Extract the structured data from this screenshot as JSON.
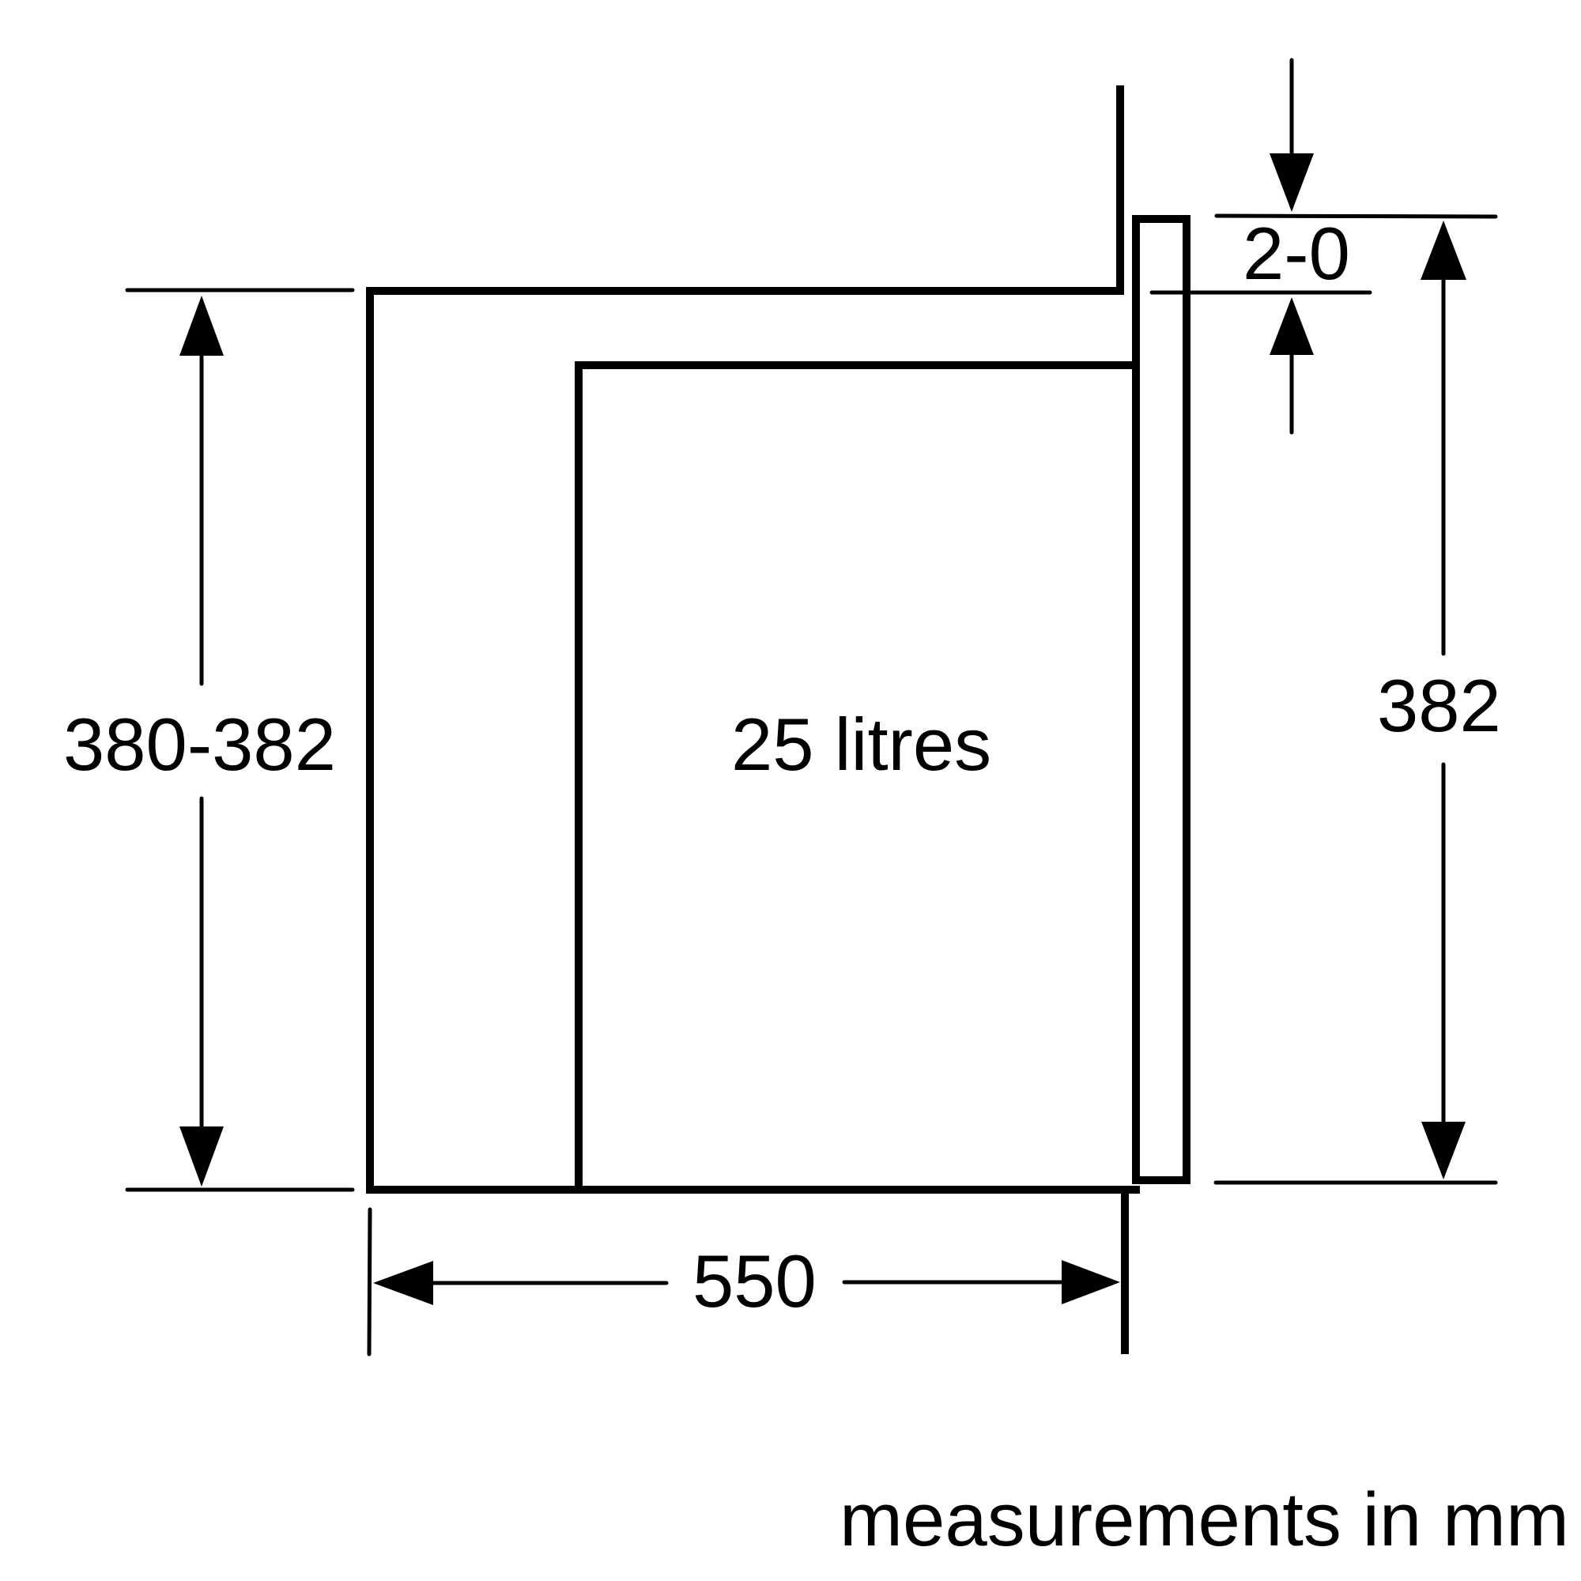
{
  "diagram": {
    "type": "built-in microwave installation dimension drawing (side view)",
    "colors": {
      "stroke": "#000000",
      "background": "#ffffff"
    },
    "dimensions": {
      "niche_height": {
        "label": "380-382",
        "orientation": "vertical",
        "position": "left"
      },
      "appliance_height": {
        "label": "382",
        "orientation": "vertical",
        "position": "right"
      },
      "top_offset": {
        "label": "2-0",
        "orientation": "vertical",
        "position": "top-right"
      },
      "depth": {
        "label": "550",
        "orientation": "horizontal",
        "position": "bottom"
      }
    },
    "capacity": {
      "label": "25 litres"
    },
    "footnote": {
      "label": "measurements in mm"
    }
  }
}
